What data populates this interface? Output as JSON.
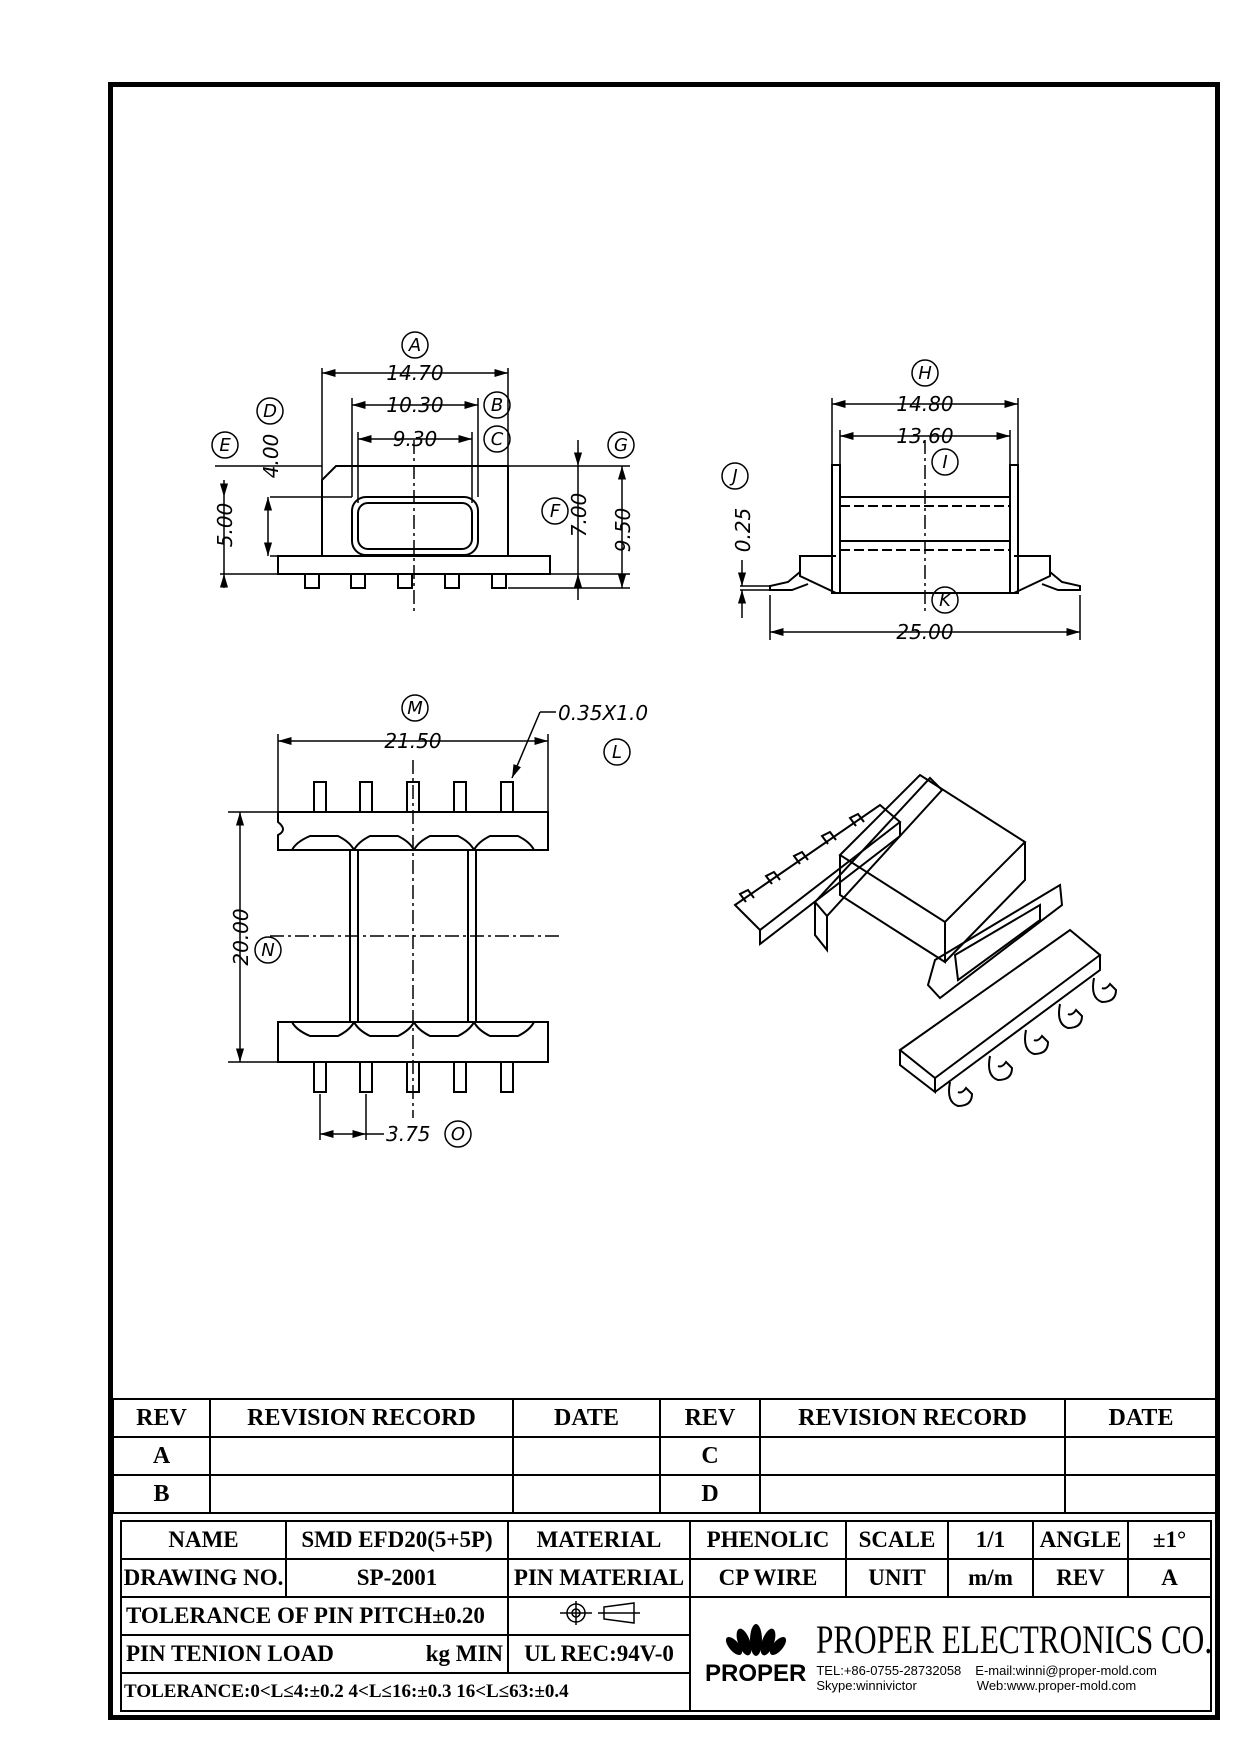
{
  "dimensions": {
    "A": "14.70",
    "B": "10.30",
    "C": "9.30",
    "D": "4.00",
    "E": "5.00",
    "F": "7.00",
    "G": "9.50",
    "H": "14.80",
    "I": "13.60",
    "J": "0.25",
    "K": "25.00",
    "L": "0.35X1.0",
    "M": "21.50",
    "N": "20.00",
    "O": "3.75"
  },
  "labels": {
    "A": "A",
    "B": "B",
    "C": "C",
    "D": "D",
    "E": "E",
    "F": "F",
    "G": "G",
    "H": "H",
    "I": "I",
    "J": "J",
    "K": "K",
    "L": "L",
    "M": "M",
    "N": "N",
    "O": "O"
  },
  "revision": {
    "headers": [
      "REV",
      "REVISION RECORD",
      "DATE",
      "REV",
      "REVISION RECORD",
      "DATE"
    ],
    "rows": [
      [
        "A",
        "",
        "",
        "C",
        "",
        ""
      ],
      [
        "B",
        "",
        "",
        "D",
        "",
        ""
      ]
    ]
  },
  "title_block": {
    "name_label": "NAME",
    "name_value": "SMD EFD20(5+5P)",
    "material_label": "MATERIAL",
    "material_value": "PHENOLIC",
    "scale_label": "SCALE",
    "scale_value": "1/1",
    "angle_label": "ANGLE",
    "angle_value": "±1°",
    "drawing_no_label": "DRAWING NO.",
    "drawing_no_value": "SP-2001",
    "pin_material_label": "PIN MATERIAL",
    "pin_material_value": "CP WIRE",
    "unit_label": "UNIT",
    "unit_value": "m/m",
    "rev_label": "REV",
    "rev_value": "A",
    "tolerance_pitch": "TOLERANCE OF PIN PITCH±0.20",
    "pin_tension": "PIN TENION LOAD",
    "pin_tension_unit": "kg MIN",
    "ul_rec": "UL REC:94V-0",
    "tolerance_general": "TOLERANCE:0<L≤4:±0.2  4<L≤16:±0.3  16<L≤63:±0.4"
  },
  "company": {
    "brand": "PROPER",
    "name": "PROPER ELECTRONICS CO.,LTD",
    "tel": "TEL:+86-0755-28732058",
    "email": "E-mail:winni@proper-mold.com",
    "skype": "Skype:winnivictor",
    "web": "Web:www.proper-mold.com"
  }
}
